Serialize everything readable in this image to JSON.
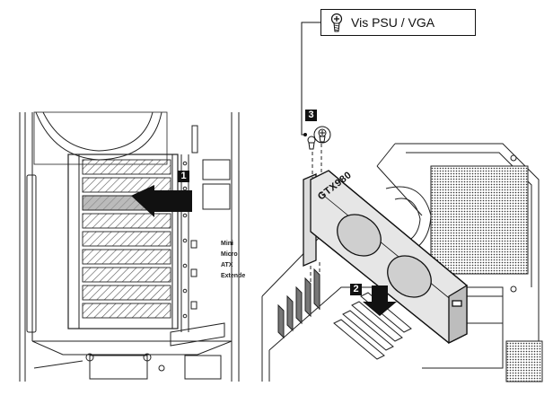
{
  "callout": {
    "label": "Vis PSU / VGA",
    "icon": "screw-icon"
  },
  "steps": {
    "step1": "1",
    "step2": "2",
    "step3": "3"
  },
  "form_factors": {
    "mini": "Mini",
    "micro": "Micro",
    "atx": "ATX",
    "extended": "Extende"
  },
  "gpu": {
    "model": "GTX980"
  },
  "colors": {
    "line": "#222222",
    "hatch_fill": "#b8b8b8",
    "arrow": "#111111",
    "card_fill": "#e6e6e6"
  }
}
